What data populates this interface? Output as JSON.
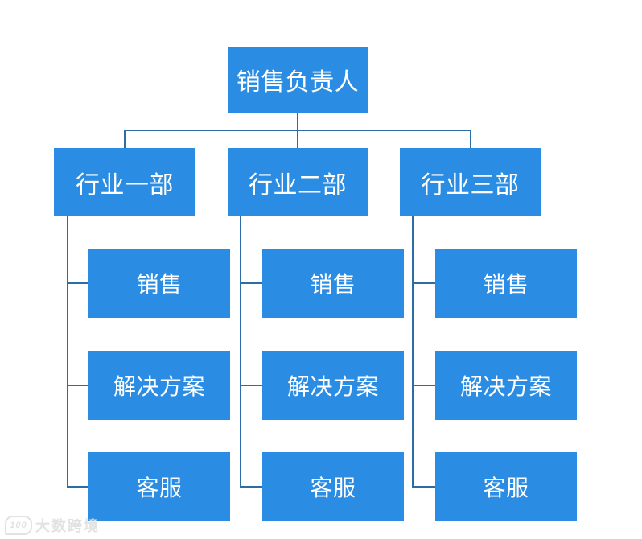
{
  "palette": {
    "background": "#ffffff",
    "box_fill": "#2a8ce2",
    "box_text": "#ffffff",
    "connector_line": "#2d6da5",
    "watermark_color": "#e2e2e2"
  },
  "org_chart": {
    "root": {
      "label": "销售负责人"
    },
    "departments": [
      {
        "label": "行业一部",
        "children": [
          {
            "label": "销售"
          },
          {
            "label": "解决方案"
          },
          {
            "label": "客服"
          }
        ]
      },
      {
        "label": "行业二部",
        "children": [
          {
            "label": "销售"
          },
          {
            "label": "解决方案"
          },
          {
            "label": "客服"
          }
        ]
      },
      {
        "label": "行业三部",
        "children": [
          {
            "label": "销售"
          },
          {
            "label": "解决方案"
          },
          {
            "label": "客服"
          }
        ]
      }
    ]
  },
  "watermark": {
    "logo_text": "100",
    "text": "大数跨境"
  }
}
